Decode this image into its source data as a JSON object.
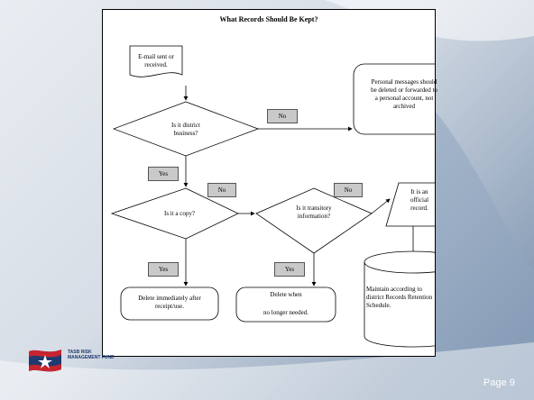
{
  "slide": {
    "title": "What Records Should Be Kept?",
    "page_label": "Page 9",
    "logo": {
      "line1": "TASB RISK",
      "line2": "MANAGEMENT FUND"
    },
    "colors": {
      "background": "#d6dde6",
      "decision_fill": "#ffffff",
      "label_fill": "#c9c9c9",
      "logo_red": "#c8242f",
      "logo_blue": "#1f3a6e"
    }
  },
  "flowchart": {
    "start": {
      "line1": "E-mail sent or",
      "line2": "received."
    },
    "decision_business": {
      "line1": "Is it district",
      "line2": "business?"
    },
    "personal": {
      "line1": "Personal messages should",
      "line2": "be deleted or forwarded to",
      "line3": "a personal account, not",
      "line4": "archived"
    },
    "decision_copy": {
      "line1": "Is it a copy?"
    },
    "decision_transitory": {
      "line1": "Is it transitory",
      "line2": "information?"
    },
    "official": {
      "line1": "It is an",
      "line2": "official",
      "line3": "record."
    },
    "delete_after": {
      "line1": "Delete immediately after",
      "line2": "receipt/use."
    },
    "delete_when": {
      "line1": "Delete when",
      "line2": "no longer needed."
    },
    "maintain": {
      "line1": "Maintain according to",
      "line2": "district Records Retention",
      "line3": "Schedule."
    },
    "labels": {
      "no_business": "No",
      "yes_business": "Yes",
      "no_copy": "No",
      "no_transitory": "No",
      "yes_copy": "Yes",
      "yes_transitory": "Yes"
    }
  }
}
